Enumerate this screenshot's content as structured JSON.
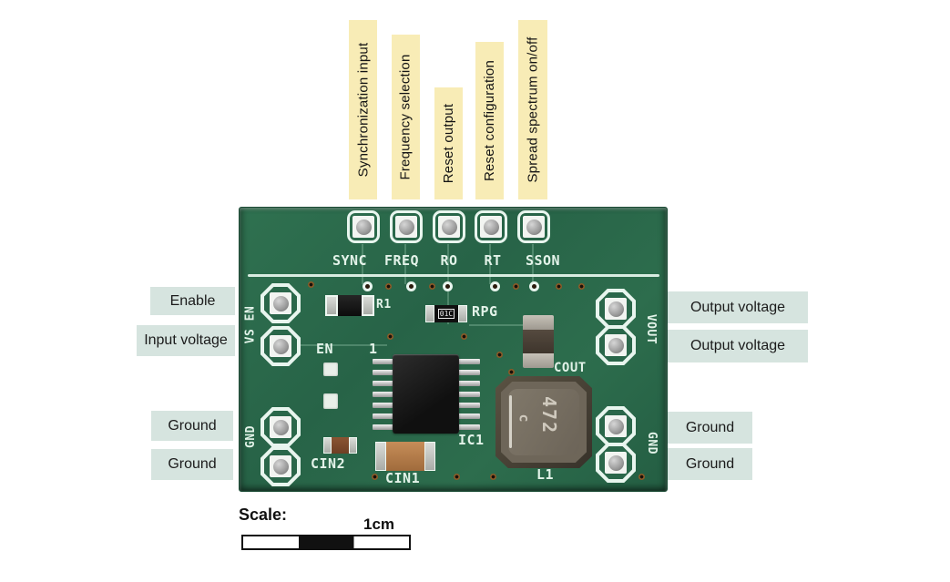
{
  "pin_annotations": {
    "top": [
      "Synchronization input",
      "Frequency selection",
      "Reset output",
      "Reset configuration",
      "Spread spectrum on/off"
    ],
    "left": [
      "Enable",
      "Input voltage",
      "Ground",
      "Ground"
    ],
    "right": [
      "Output voltage",
      "Output voltage",
      "Ground",
      "Ground"
    ]
  },
  "board": {
    "top_pins": [
      "SYNC",
      "FREQ",
      "RO",
      "RT",
      "SSON"
    ],
    "side_labels": {
      "left_top": "VS EN",
      "left_bottom": "GND",
      "right_top": "VOUT",
      "right_bottom": "GND"
    },
    "silkscreen": {
      "r1": "R1",
      "rpg": "RPG",
      "en": "EN",
      "pin1": "1",
      "ic1": "IC1",
      "cout": "COUT",
      "cin1": "CIN1",
      "cin2": "CIN2",
      "l1": "L1"
    },
    "markings": {
      "rpg_chip": "01C",
      "inductor_prefix": "c",
      "inductor_value": "472"
    }
  },
  "scale": {
    "label": "Scale:",
    "value": "1cm"
  },
  "colors": {
    "pcb_green": "#2b6a4a",
    "silkscreen": "#e3f3e9",
    "annotation_yellow": "#f8ecb6",
    "annotation_teal": "#d6e4df"
  }
}
